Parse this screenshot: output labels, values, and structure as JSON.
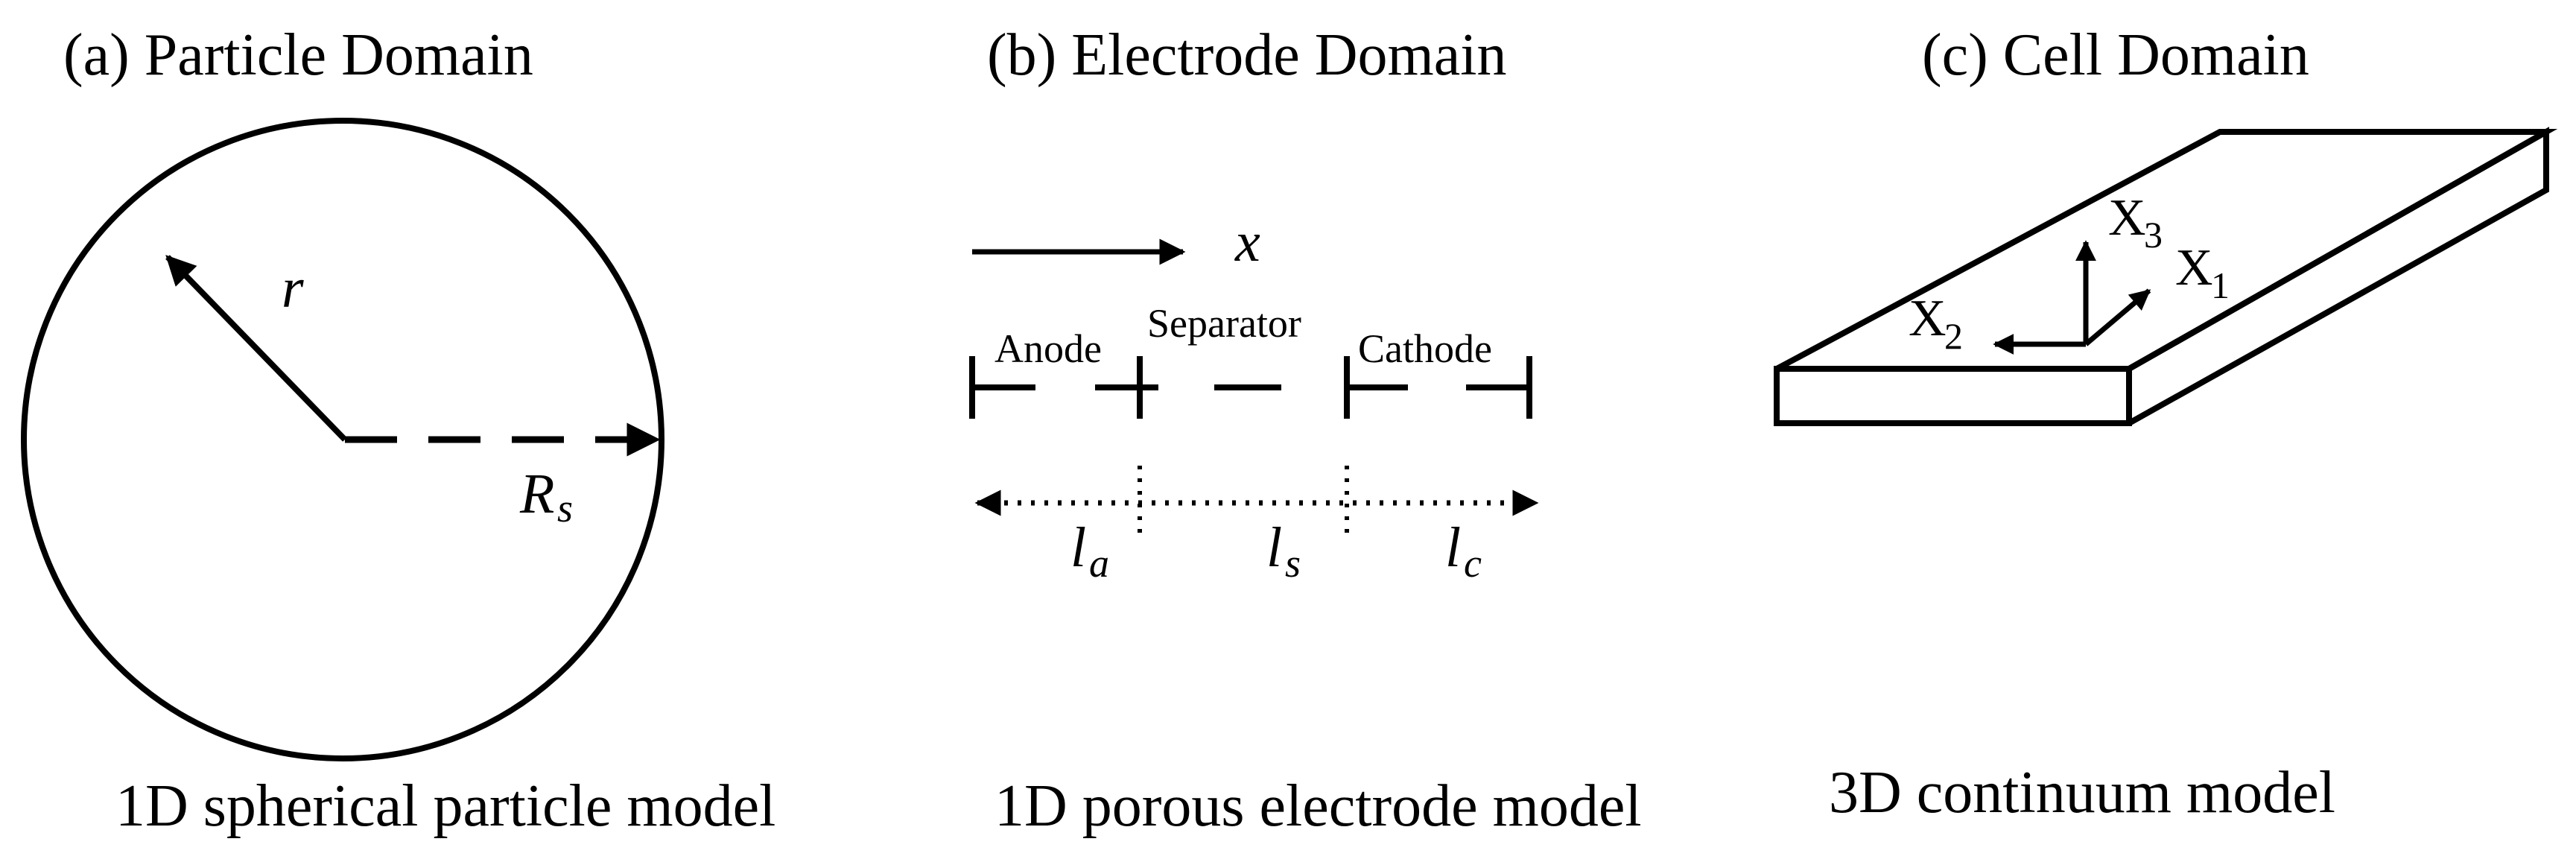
{
  "panels": {
    "particle": {
      "title": "(a) Particle Domain",
      "caption": "1D spherical particle model",
      "radius_var": "r",
      "Rs_main": "R",
      "Rs_sub": "s"
    },
    "electrode": {
      "title": "(b) Electrode Domain",
      "caption": "1D porous electrode model",
      "x_label": "x",
      "regions": [
        "Anode",
        "Separator",
        "Cathode"
      ],
      "lengths": [
        {
          "main": "l",
          "sub": "a"
        },
        {
          "main": "l",
          "sub": "s"
        },
        {
          "main": "l",
          "sub": "c"
        }
      ]
    },
    "cell": {
      "title": "(c) Cell Domain",
      "caption": "3D continuum model",
      "axes": [
        {
          "main": "X",
          "sub": "3"
        },
        {
          "main": "X",
          "sub": "1"
        },
        {
          "main": "X",
          "sub": "2"
        }
      ]
    }
  }
}
